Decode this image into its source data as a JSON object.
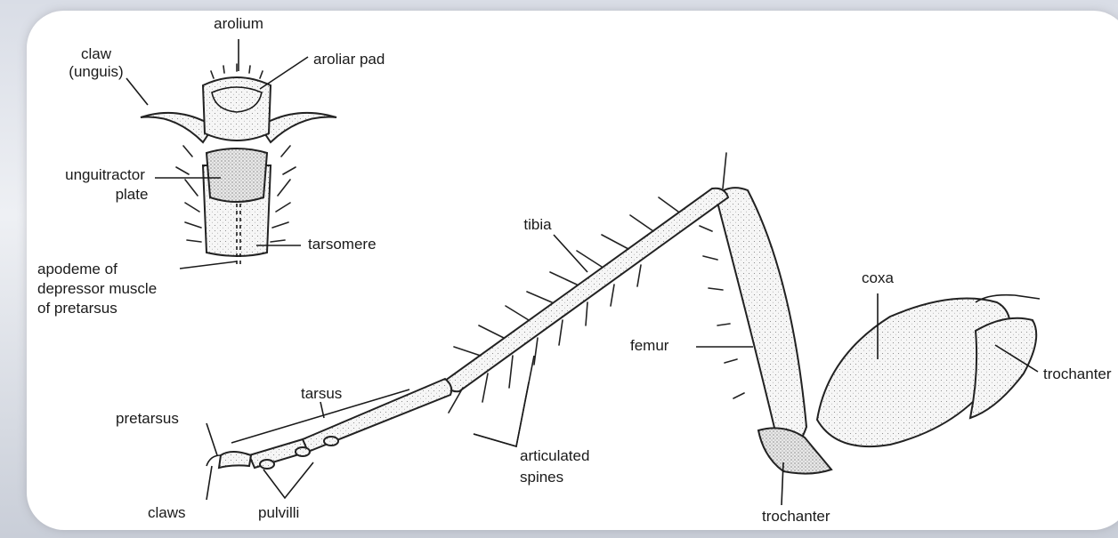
{
  "labels": {
    "arolium": "arolium",
    "aroliar_pad": "aroliar pad",
    "claw_1": "claw",
    "claw_2": "(unguis)",
    "unguitractor_1": "unguitractor",
    "unguitractor_2": "plate",
    "tarsomere": "tarsomere",
    "apodeme_1": "apodeme of",
    "apodeme_2": "depressor muscle",
    "apodeme_3": "of pretarsus",
    "tibia": "tibia",
    "coxa": "coxa",
    "femur": "femur",
    "trochanter_right": "trochanter",
    "tarsus": "tarsus",
    "pretarsus": "pretarsus",
    "articulated_1": "articulated",
    "articulated_2": "spines",
    "claws": "claws",
    "pulvilli": "pulvilli",
    "trochanter_bottom": "trochanter"
  }
}
